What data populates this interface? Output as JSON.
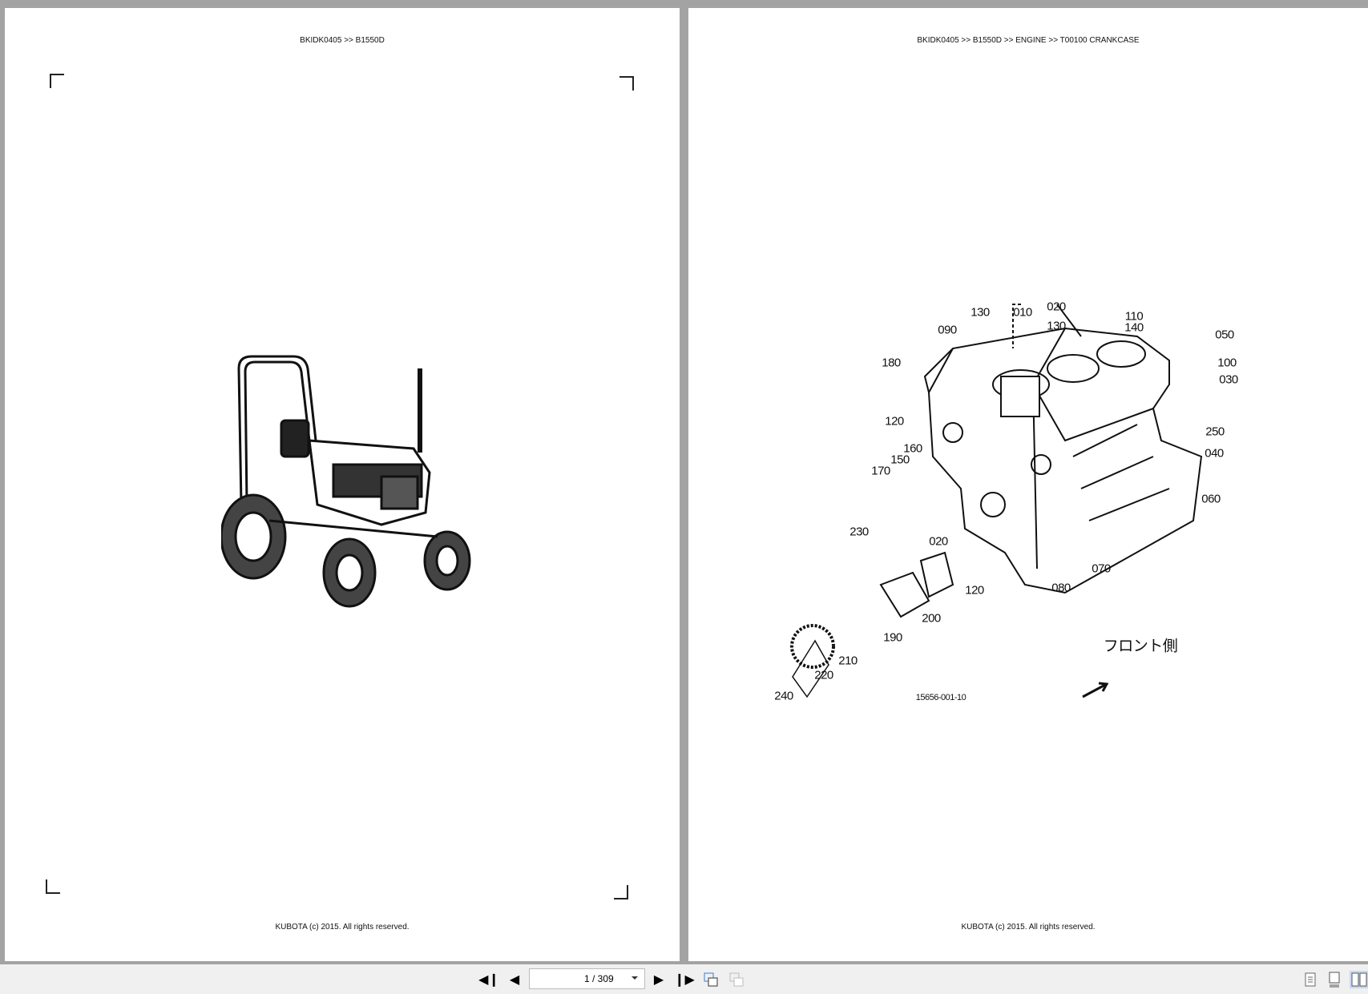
{
  "left_page": {
    "header": "BKIDK0405 >> B1550D",
    "footer": "KUBOTA (c) 2015. All rights reserved.",
    "illustration": "tractor"
  },
  "right_page": {
    "header": "BKIDK0405 >> B1550D >> ENGINE >> T00100   CRANKCASE",
    "footer": "KUBOTA (c) 2015. All rights reserved.",
    "callouts": [
      "130",
      "010",
      "020",
      "130",
      "110",
      "140",
      "050",
      "090",
      "100",
      "030",
      "180",
      "250",
      "120",
      "040",
      "160",
      "150",
      "170",
      "060",
      "230",
      "020",
      "070",
      "120",
      "080",
      "200",
      "190",
      "210",
      "220",
      "240"
    ],
    "front_label": "フロント側",
    "drawing_number": "15656-001-10"
  },
  "toolbar": {
    "page_indicator": "1 / 309",
    "first": "first-page",
    "prev": "previous-page",
    "next": "next-page",
    "last": "last-page"
  }
}
